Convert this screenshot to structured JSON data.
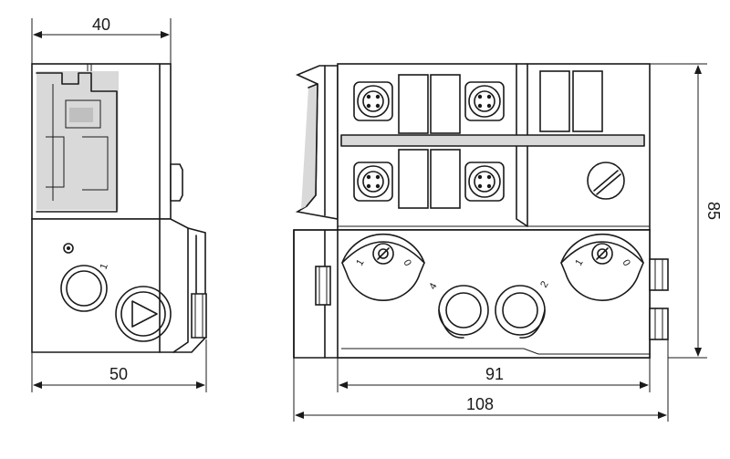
{
  "dimensions": {
    "side_top_width": "40",
    "side_bottom_width": "50",
    "front_body_width": "91",
    "front_total_width": "108",
    "height": "85"
  },
  "markings": {
    "side_button_number": "1",
    "left_switch_pos_1": "1",
    "left_switch_pos_0": "0",
    "right_switch_pos_1": "1",
    "right_switch_pos_0": "0",
    "port_left_number": "4",
    "port_right_number": "2"
  },
  "colors": {
    "line": "#1a1a1a",
    "shading": "#d9d9d9"
  }
}
